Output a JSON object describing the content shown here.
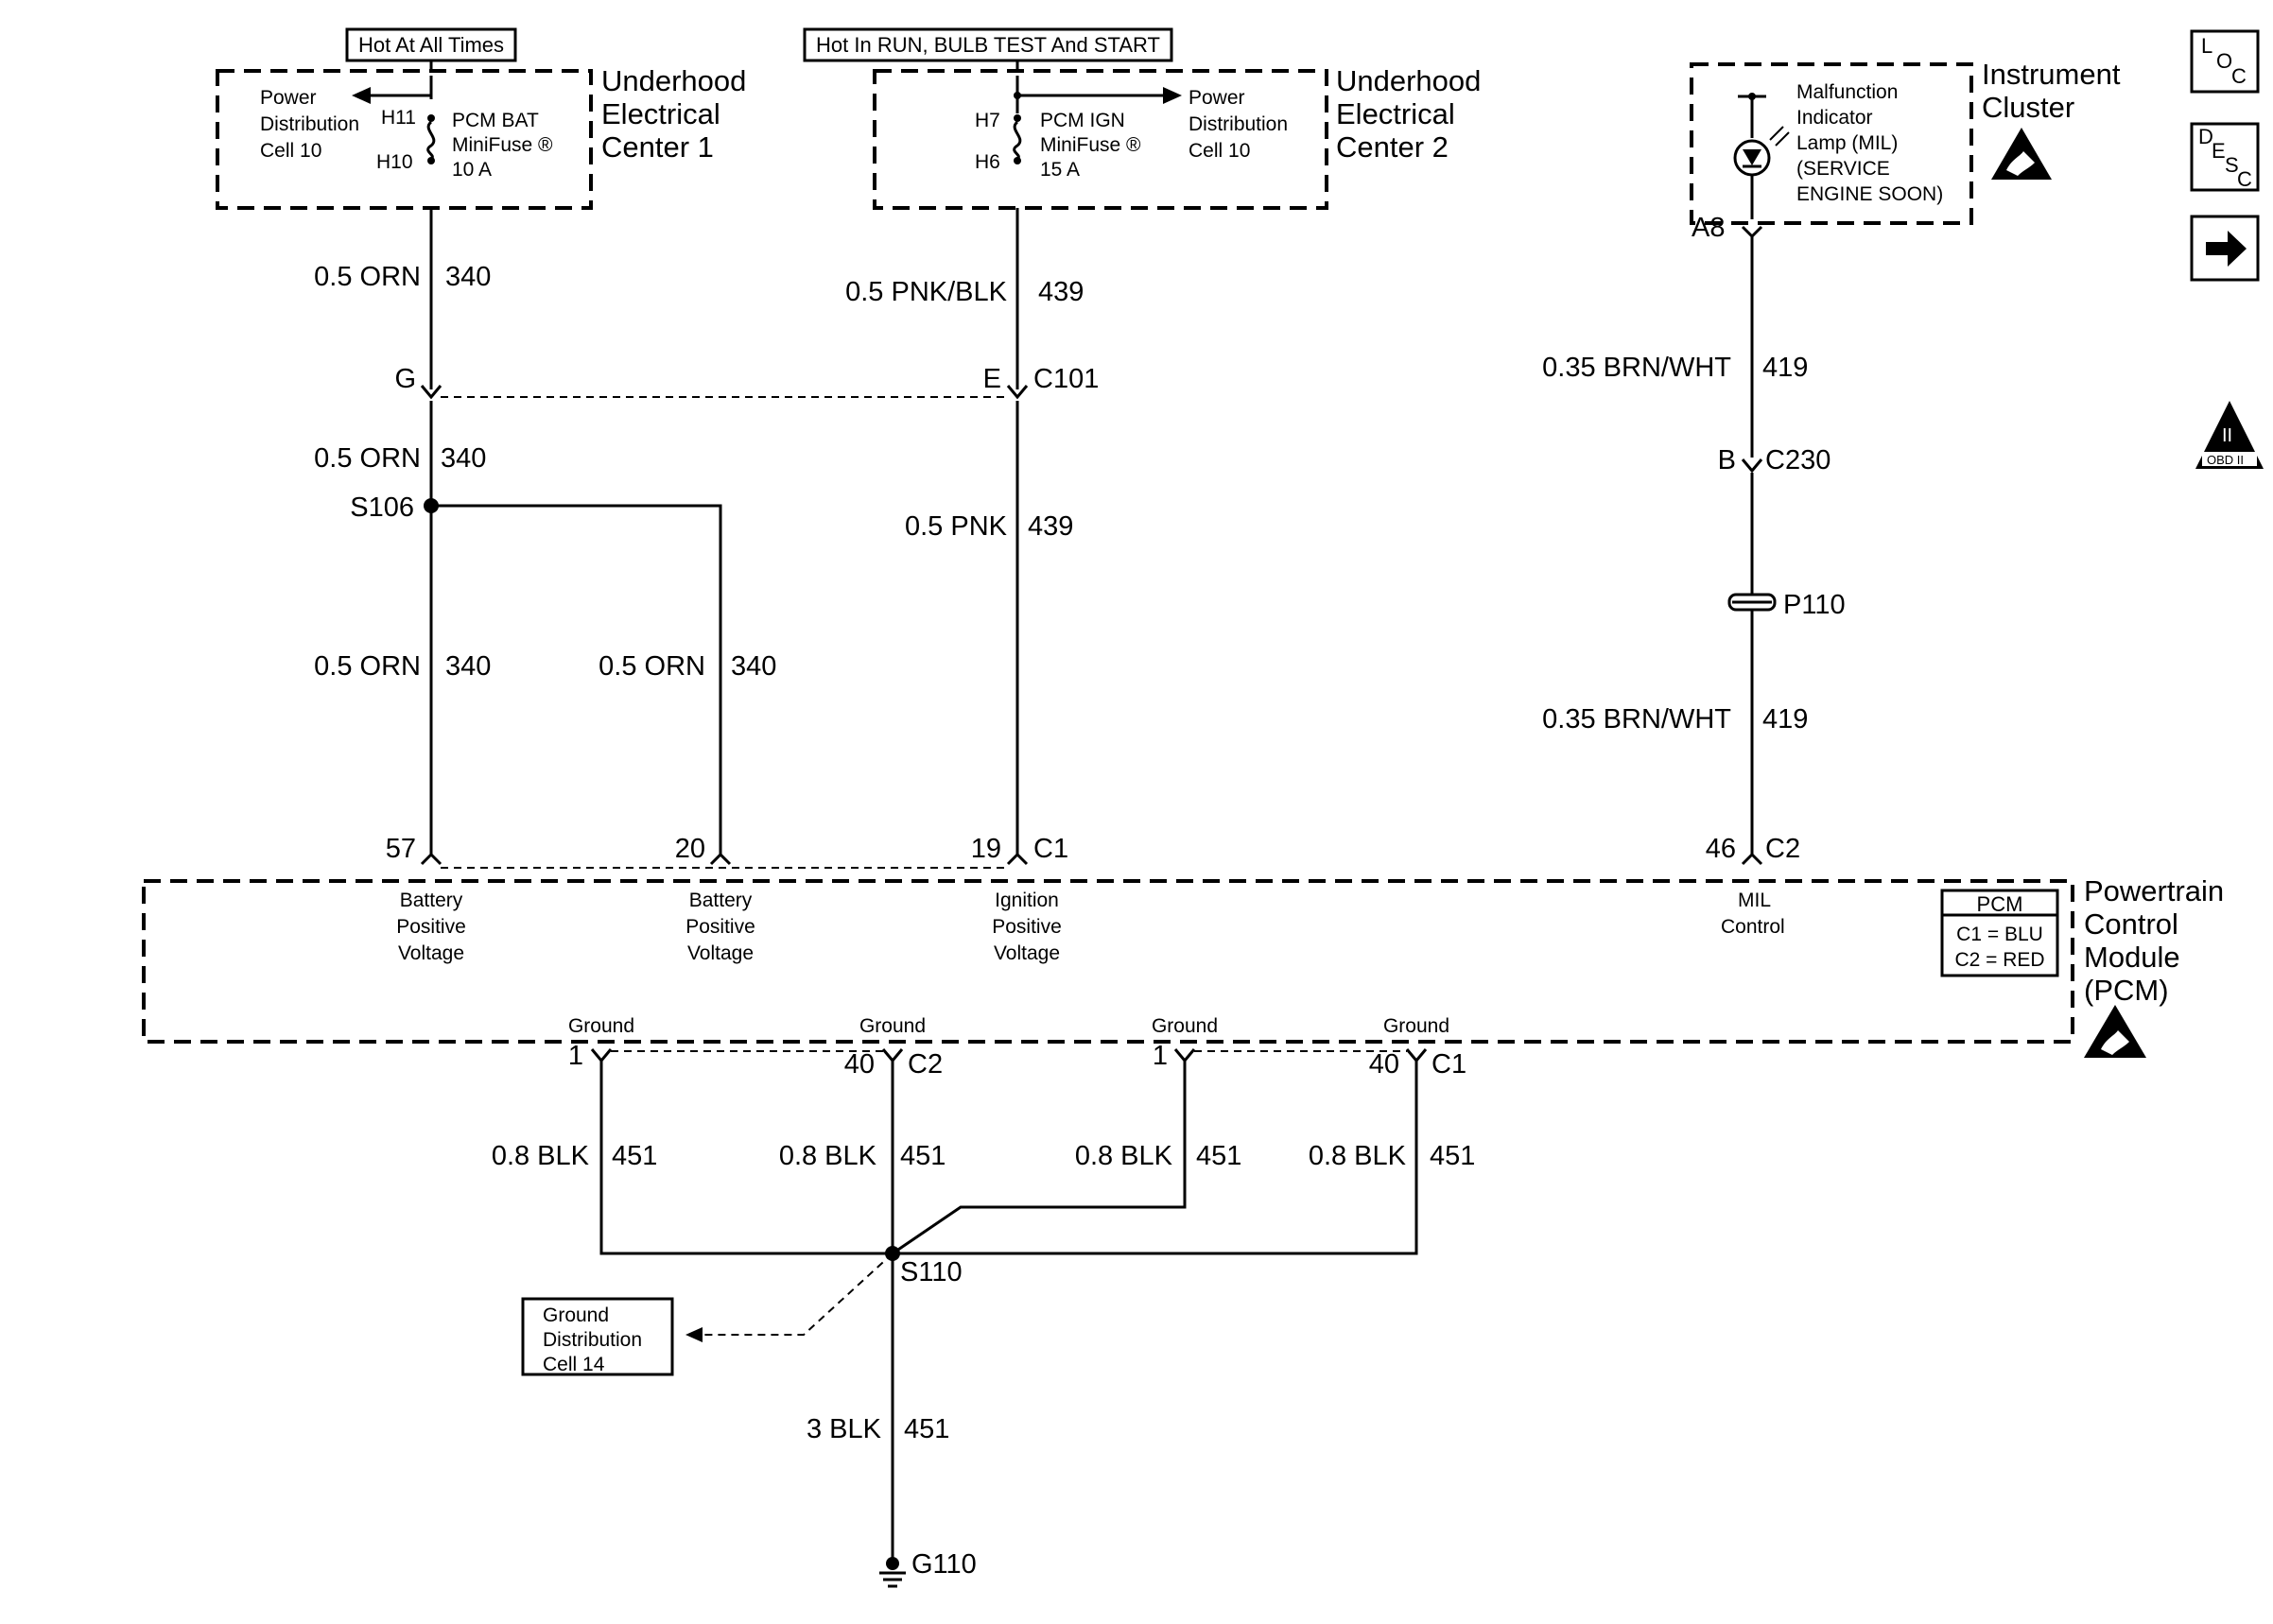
{
  "headers": {
    "hot_at_all_times": "Hot At All Times",
    "hot_in_run": "Hot In RUN, BULB TEST And START"
  },
  "uec1": {
    "title_lines": [
      "Underhood",
      "Electrical",
      "Center 1"
    ],
    "pdc_lines": [
      "Power",
      "Distribution",
      "Cell 10"
    ],
    "fuse_lines": [
      "PCM BAT",
      "MiniFuse ®",
      "10 A"
    ],
    "h11": "H11",
    "h10": "H10"
  },
  "uec2": {
    "title_lines": [
      "Underhood",
      "Electrical",
      "Center 2"
    ],
    "pdc_lines": [
      "Power",
      "Distribution",
      "Cell 10"
    ],
    "fuse_lines": [
      "PCM IGN",
      "MiniFuse ®",
      "15 A"
    ],
    "h7": "H7",
    "h6": "H6"
  },
  "cluster": {
    "title_lines": [
      "Instrument",
      "Cluster"
    ],
    "lamp_lines": [
      "Malfunction",
      "Indicator",
      "Lamp (MIL)",
      "(SERVICE",
      "ENGINE SOON)"
    ],
    "a8": "A8"
  },
  "wires": {
    "w340_top": {
      "gauge": "0.5 ORN",
      "circuit": "340"
    },
    "w439_top": {
      "gauge": "0.5 PNK/BLK",
      "circuit": "439"
    },
    "w340_mid": {
      "gauge": "0.5 ORN",
      "circuit": "340"
    },
    "w439_mid": {
      "gauge": "0.5 PNK",
      "circuit": "439"
    },
    "w340_left": {
      "gauge": "0.5 ORN",
      "circuit": "340"
    },
    "w340_right": {
      "gauge": "0.5 ORN",
      "circuit": "340"
    },
    "w419_top": {
      "gauge": "0.35 BRN/WHT",
      "circuit": "419"
    },
    "w419_bot": {
      "gauge": "0.35 BRN/WHT",
      "circuit": "419"
    },
    "w451_a": {
      "gauge": "0.8 BLK",
      "circuit": "451"
    },
    "w451_b": {
      "gauge": "0.8 BLK",
      "circuit": "451"
    },
    "w451_c": {
      "gauge": "0.8 BLK",
      "circuit": "451"
    },
    "w451_d": {
      "gauge": "0.8 BLK",
      "circuit": "451"
    },
    "w451_main": {
      "gauge": "3 BLK",
      "circuit": "451"
    }
  },
  "connectors": {
    "g": "G",
    "e": "E",
    "c101": "C101",
    "s106": "S106",
    "b": "B",
    "c230": "C230",
    "p110": "P110",
    "pin57": "57",
    "pin20": "20",
    "pin19": "19",
    "c1_top": "C1",
    "pin46": "46",
    "c2_top": "C2",
    "pin1_a": "1",
    "pin40_a": "40",
    "c2_bot": "C2",
    "pin1_b": "1",
    "pin40_b": "40",
    "c1_bot": "C1",
    "s110": "S110",
    "g110": "G110"
  },
  "pcm": {
    "title_lines": [
      "Powertrain",
      "Control",
      "Module",
      "(PCM)"
    ],
    "legend_title": "PCM",
    "legend_c1": "C1 = BLU",
    "legend_c2": "C2 = RED",
    "pin_labels": {
      "batt1": [
        "Battery",
        "Positive",
        "Voltage"
      ],
      "batt2": [
        "Battery",
        "Positive",
        "Voltage"
      ],
      "ign": [
        "Ignition",
        "Positive",
        "Voltage"
      ],
      "mil": [
        "MIL",
        "Control"
      ]
    },
    "grounds": [
      "Ground",
      "Ground",
      "Ground",
      "Ground"
    ]
  },
  "ground_dist": [
    "Ground",
    "Distribution",
    "Cell 14"
  ],
  "side_icons": {
    "loc": [
      "L",
      "O",
      "C"
    ],
    "desc": [
      "D",
      "E",
      "S",
      "C"
    ],
    "obd": [
      "II",
      "OBD II"
    ]
  }
}
